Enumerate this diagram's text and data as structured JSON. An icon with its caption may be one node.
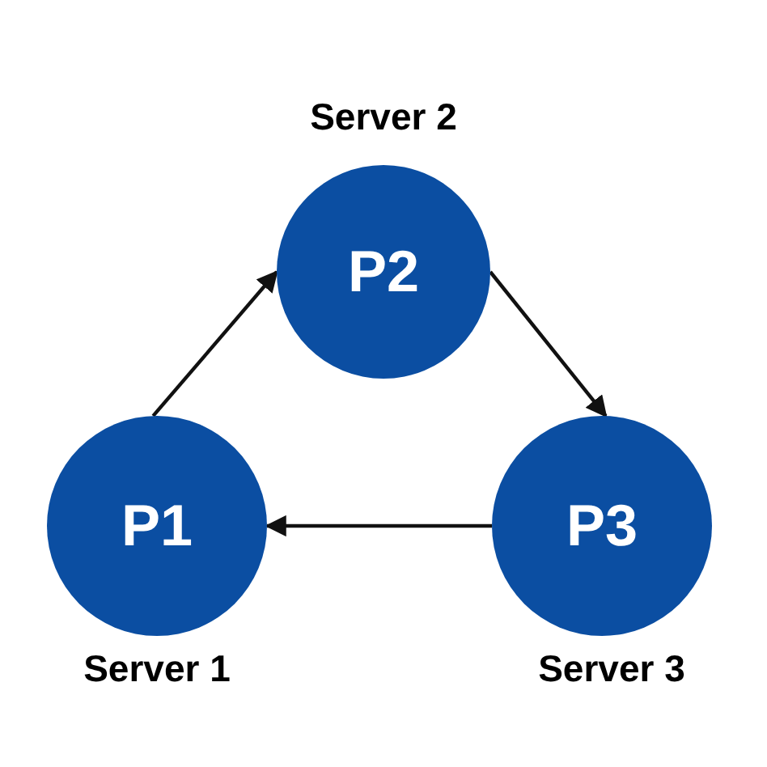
{
  "diagram": {
    "nodes": [
      {
        "text": [
          "P2"
        ],
        "beside": [
          "Server 2"
        ]
      },
      {
        "text": [
          "P1"
        ],
        "beside": [
          "Server 1"
        ]
      },
      {
        "text": [
          "P3"
        ],
        "beside": [
          "Server 3"
        ]
      }
    ],
    "edges": [
      {
        "from": 1,
        "to": 0,
        "arrow": "to"
      },
      {
        "from": 0,
        "to": 2,
        "arrow": "to"
      },
      {
        "from": 2,
        "to": 1,
        "arrow": "to"
      }
    ]
  }
}
